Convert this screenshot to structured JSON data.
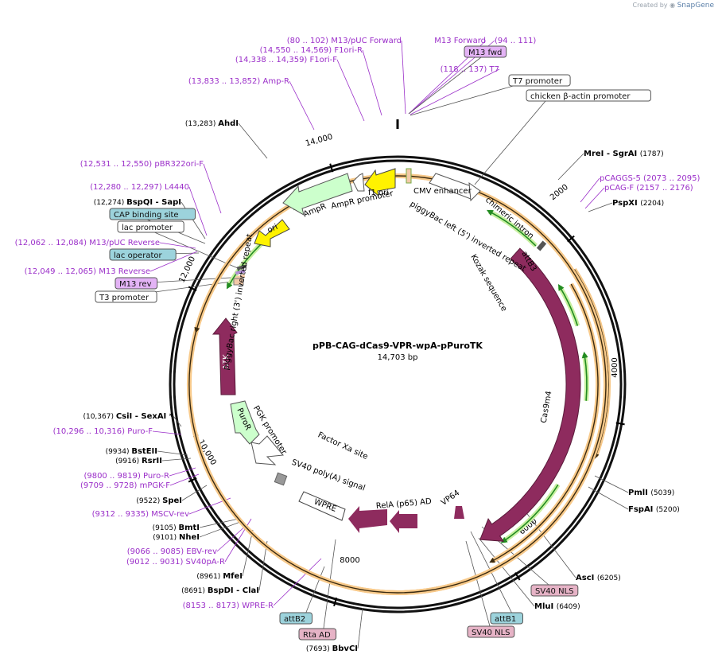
{
  "credit": {
    "prefix": "Created by",
    "brand": "SnapGene"
  },
  "plasmid": {
    "name": "pPB-CAG-dCas9-VPR-wpA-pPuroTK",
    "length": "14,703 bp"
  },
  "ring_ticks": [
    "2000",
    "4000",
    "6000",
    "8000",
    "10,000",
    "12,000",
    "14,000"
  ],
  "features_on_map": [
    "CMV enhancer",
    "chimeric intron",
    "piggyBac left (5') inverted repeat",
    "attB3",
    "Kozak sequence",
    "Cas9m4",
    "VP64",
    "RelA (p65) AD",
    "SV40 poly(A) signal",
    "WPRE",
    "Factor Xa site",
    "PGK promoter",
    "PuroR",
    "ΔTK",
    "piggyBac right (3') inverted repeat",
    "ori",
    "AmpR",
    "AmpR promoter",
    "f1 ori"
  ],
  "outer_labels": [
    {
      "pos": "(80 .. 102)",
      "name": "M13/pUC Forward",
      "kind": "primer"
    },
    {
      "pos": "(14,550 .. 14,569)",
      "name": "F1ori-R",
      "kind": "primer"
    },
    {
      "pos": "(14,338 .. 14,359)",
      "name": "F1ori-F",
      "kind": "primer"
    },
    {
      "pos": "(13,833 .. 13,852)",
      "name": "Amp-R",
      "kind": "primer"
    },
    {
      "pos": "",
      "name": "M13 Forward",
      "kind": "primer"
    },
    {
      "pos": "(94 .. 111)",
      "name": "",
      "kind": "primer"
    },
    {
      "pos": "",
      "name": "M13 fwd",
      "kind": "box-purple"
    },
    {
      "pos": "(118 .. 137)",
      "name": "T7",
      "kind": "primer"
    },
    {
      "pos": "",
      "name": "T7 promoter",
      "kind": "box-white"
    },
    {
      "pos": "",
      "name": "chicken β-actin promoter",
      "kind": "box-white"
    },
    {
      "pos": "(13,283)",
      "name": "AhdI",
      "kind": "enzyme"
    },
    {
      "pos": "(1787)",
      "name": "MreI  - SgrAI",
      "kind": "enzyme"
    },
    {
      "pos": "(2073 .. 2095)",
      "name": "pCAGGS-5",
      "kind": "primer"
    },
    {
      "pos": "(2157 .. 2176)",
      "name": "pCAG-F",
      "kind": "primer"
    },
    {
      "pos": "(2204)",
      "name": "PspXI",
      "kind": "enzyme"
    },
    {
      "pos": "(12,531 .. 12,550)",
      "name": "pBR322ori-F",
      "kind": "primer"
    },
    {
      "pos": "(12,280 .. 12,297)",
      "name": "L4440",
      "kind": "primer"
    },
    {
      "pos": "(12,274)",
      "name": "BspQI  - SapI",
      "kind": "enzyme"
    },
    {
      "pos": "",
      "name": "CAP binding site",
      "kind": "box-teal"
    },
    {
      "pos": "",
      "name": "lac promoter",
      "kind": "box-white"
    },
    {
      "pos": "(12,062 .. 12,084)",
      "name": "M13/pUC Reverse",
      "kind": "primer"
    },
    {
      "pos": "",
      "name": "lac operator",
      "kind": "box-teal"
    },
    {
      "pos": "(12,049 .. 12,065)",
      "name": "M13 Reverse",
      "kind": "primer"
    },
    {
      "pos": "",
      "name": "M13 rev",
      "kind": "box-purple"
    },
    {
      "pos": "",
      "name": "T3 promoter",
      "kind": "box-white"
    },
    {
      "pos": "(10,367)",
      "name": "CsiI  - SexAI *",
      "kind": "enzyme"
    },
    {
      "pos": "(10,296 .. 10,316)",
      "name": "Puro-F",
      "kind": "primer"
    },
    {
      "pos": "(9934)",
      "name": "BstEII",
      "kind": "enzyme"
    },
    {
      "pos": "(9916)",
      "name": "RsrII",
      "kind": "enzyme"
    },
    {
      "pos": "(9800 .. 9819)",
      "name": "Puro-R",
      "kind": "primer"
    },
    {
      "pos": "(9709 .. 9728)",
      "name": "mPGK-F",
      "kind": "primer"
    },
    {
      "pos": "(9522)",
      "name": "SpeI",
      "kind": "enzyme"
    },
    {
      "pos": "(9312 .. 9335)",
      "name": "MSCV-rev",
      "kind": "primer"
    },
    {
      "pos": "(9105)",
      "name": "BmtI",
      "kind": "enzyme"
    },
    {
      "pos": "(9101)",
      "name": "NheI",
      "kind": "enzyme"
    },
    {
      "pos": "(9066 .. 9085)",
      "name": "EBV-rev",
      "kind": "primer"
    },
    {
      "pos": "(9012 .. 9031)",
      "name": "SV40pA-R",
      "kind": "primer"
    },
    {
      "pos": "(8961)",
      "name": "MfeI",
      "kind": "enzyme"
    },
    {
      "pos": "(8691)",
      "name": "BspDI  - ClaI",
      "kind": "enzyme"
    },
    {
      "pos": "(8153 .. 8173)",
      "name": "WPRE-R",
      "kind": "primer"
    },
    {
      "pos": "",
      "name": "attB2",
      "kind": "box-teal"
    },
    {
      "pos": "",
      "name": "Rta AD",
      "kind": "box-pink"
    },
    {
      "pos": "(7693)",
      "name": "BbvCI",
      "kind": "enzyme"
    },
    {
      "pos": "(5039)",
      "name": "PmlI",
      "kind": "enzyme"
    },
    {
      "pos": "(5200)",
      "name": "FspAI",
      "kind": "enzyme"
    },
    {
      "pos": "(6205)",
      "name": "AscI",
      "kind": "enzyme"
    },
    {
      "pos": "",
      "name": "SV40 NLS",
      "kind": "box-pink"
    },
    {
      "pos": "(6409)",
      "name": "MluI",
      "kind": "enzyme"
    },
    {
      "pos": "",
      "name": "attB1",
      "kind": "box-teal"
    },
    {
      "pos": "",
      "name": "SV40 NLS",
      "kind": "box-pink"
    }
  ],
  "colors": {
    "primer": "#9b2fc9",
    "cas9": "#8e2b5e",
    "ori_yellow": "#fff200",
    "ampr_green": "#ccffcc",
    "orf_orange": "#f0a830",
    "orf_green": "#228b22",
    "box_teal": "#9cd3dc",
    "box_purple": "#e3b3f5",
    "box_pink": "#e6b3c6"
  }
}
